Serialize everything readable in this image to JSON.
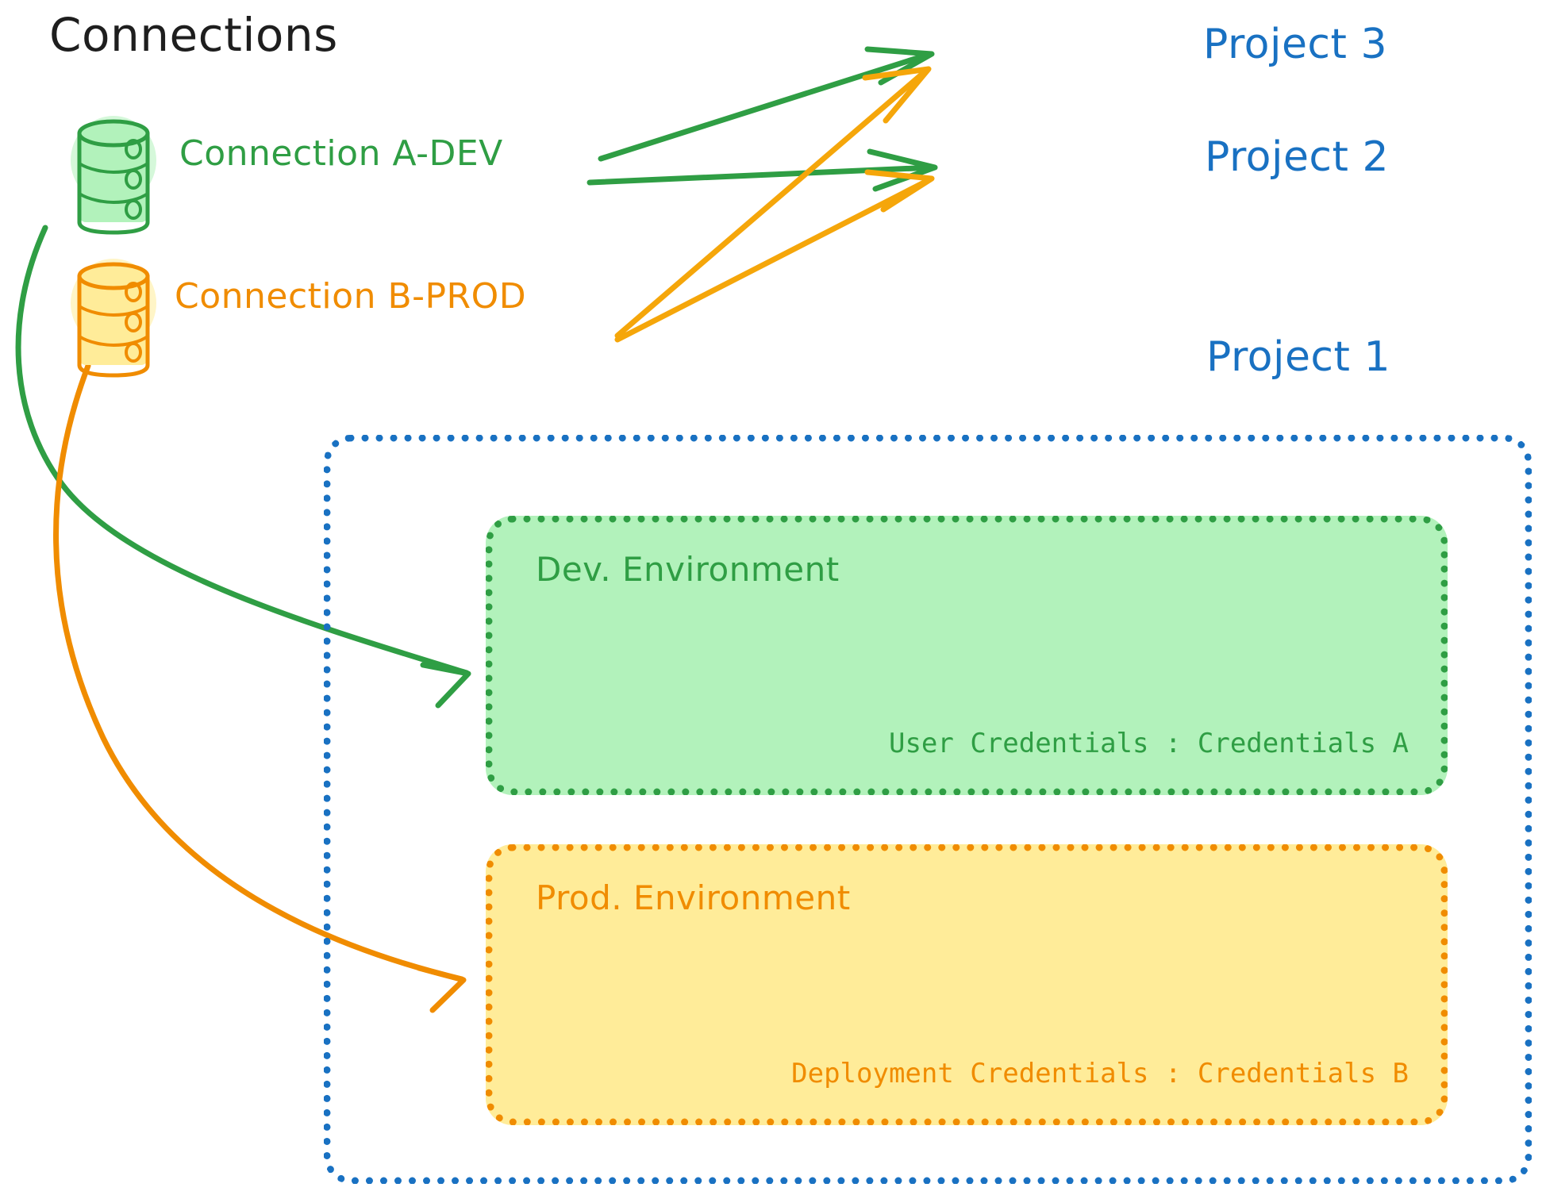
{
  "diagram": {
    "title": "Connections",
    "title_color": "#1e1e1e",
    "background": "#ffffff"
  },
  "connections": [
    {
      "id": "a-dev",
      "label": "Connection A-DEV",
      "icon": "database-icon",
      "color": "#2f9e44",
      "fill": "#b2f2bb",
      "targets": [
        "Project 3",
        "Project 2",
        "Dev. Environment"
      ]
    },
    {
      "id": "b-prod",
      "label": "Connection B-PROD",
      "icon": "database-icon",
      "color": "#f08c00",
      "fill": "#ffec99",
      "targets": [
        "Project 3",
        "Project 2",
        "Prod. Environment"
      ]
    }
  ],
  "projects": [
    {
      "id": "project-3",
      "label": "Project 3",
      "color": "#1971c2"
    },
    {
      "id": "project-2",
      "label": "Project 2",
      "color": "#1971c2"
    },
    {
      "id": "project-1",
      "label": "Project 1",
      "color": "#1971c2"
    }
  ],
  "project1_container": {
    "border_color": "#1971c2",
    "border_style": "dotted",
    "environments": [
      {
        "id": "dev",
        "title": "Dev. Environment",
        "credentials_label": "User Credentials",
        "credentials_separator": ":",
        "credentials_value": "Credentials A",
        "credentials_text": "User Credentials : Credentials A",
        "color": "#2f9e44",
        "fill": "#b2f2bb"
      },
      {
        "id": "prod",
        "title": "Prod. Environment",
        "credentials_label": "Deployment Credentials",
        "credentials_separator": ":",
        "credentials_value": "Credentials B",
        "credentials_text": "Deployment Credentials : Credentials B",
        "color": "#f08c00",
        "fill": "#ffec99"
      }
    ]
  },
  "arrows": [
    {
      "id": "a-dev-to-project3",
      "color": "#2f9e44",
      "from": "Connection A-DEV",
      "to": "Project 3"
    },
    {
      "id": "a-dev-to-project2",
      "color": "#2f9e44",
      "from": "Connection A-DEV",
      "to": "Project 2"
    },
    {
      "id": "b-prod-to-project3",
      "color": "#f5a60a",
      "from": "Connection B-PROD",
      "to": "Project 3"
    },
    {
      "id": "b-prod-to-project2",
      "color": "#f5a60a",
      "from": "Connection B-PROD",
      "to": "Project 2"
    },
    {
      "id": "a-dev-to-dev-env",
      "color": "#2f9e44",
      "from": "Connection A-DEV",
      "to": "Dev. Environment"
    },
    {
      "id": "b-prod-to-prod-env",
      "color": "#f08c00",
      "from": "Connection B-PROD",
      "to": "Prod. Environment"
    }
  ]
}
